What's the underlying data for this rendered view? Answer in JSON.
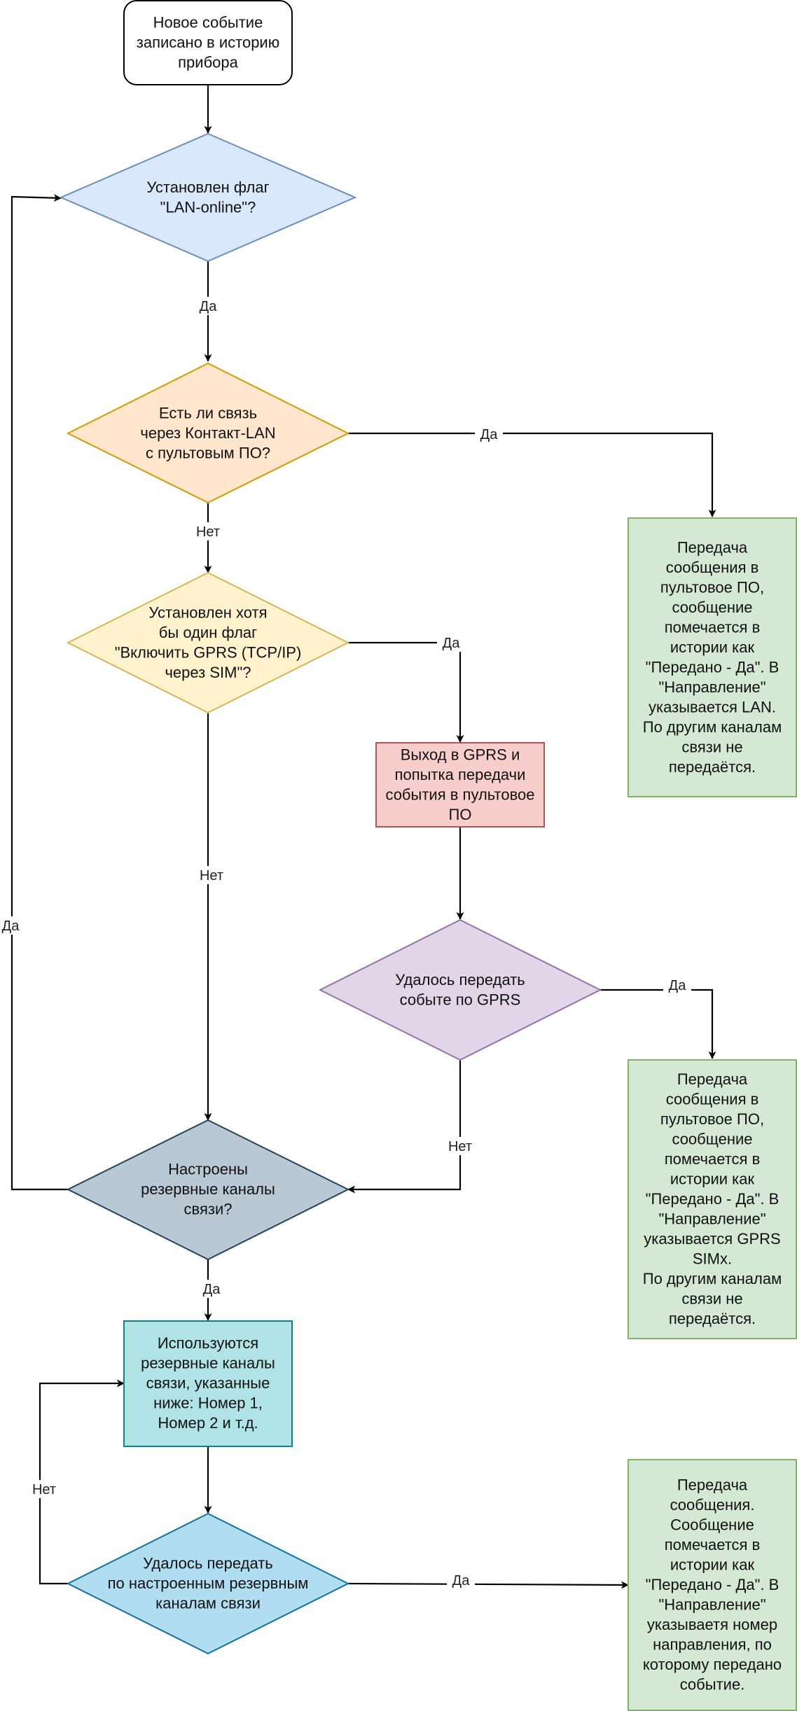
{
  "nodes": {
    "start": {
      "text": [
        "Новое событие",
        "записано в историю",
        "прибора"
      ],
      "fill": "#ffffff",
      "stroke": "#000000"
    },
    "lan_flag": {
      "text": [
        "Установлен флаг",
        "\"LAN-online\"?"
      ],
      "fill": "#dae8fc",
      "stroke": "#6c8ebf"
    },
    "lan_link": {
      "text": [
        "Есть ли связь",
        "через Контакт-LAN",
        "с пультовым ПО?"
      ],
      "fill": "#ffe6cc",
      "stroke": "#d79b00"
    },
    "gprs_flag": {
      "text": [
        "Установлен хотя",
        "бы один флаг",
        "\"Включить GPRS (TCP/IP)",
        "через SIM\"?"
      ],
      "fill": "#fff2cc",
      "stroke": "#d6b656"
    },
    "gprs_attempt": {
      "text": [
        "Выход в GPRS и",
        "попытка передачи",
        "события в пультовое",
        "ПО"
      ],
      "fill": "#f8cecc",
      "stroke": "#b85450"
    },
    "gprs_success": {
      "text": [
        "Удалось передать",
        "событе по GPRS"
      ],
      "fill": "#e1d5e7",
      "stroke": "#9673a6"
    },
    "reserve_configured": {
      "text": [
        "Настроены",
        "резервные каналы",
        "связи?"
      ],
      "fill": "#bac8d3",
      "stroke": "#23445d"
    },
    "reserve_use": {
      "text": [
        "Используются",
        "резервные каналы",
        "связи, указанные",
        "ниже: Номер 1,",
        "Номер 2 и т.д."
      ],
      "fill": "#b0e3e6",
      "stroke": "#0e8088"
    },
    "reserve_success": {
      "text": [
        "Удалось передать",
        "по настроенным резервным",
        "каналам связи"
      ],
      "fill": "#b1ddf0",
      "stroke": "#10739e"
    },
    "result_lan": {
      "text": [
        "Передача",
        "сообщения в",
        "пультовое ПО,",
        "сообщение",
        "помечается в",
        "истории как",
        "\"Передано - Да\". В",
        "\"Направление\"",
        "указывается LAN.",
        "По другим каналам",
        "связи не",
        "передаётся."
      ],
      "fill": "#d5e8d4",
      "stroke": "#82b366"
    },
    "result_gprs": {
      "text": [
        "Передача",
        "сообщения в",
        "пультовое ПО,",
        "сообщение",
        "помечается в",
        "истории как",
        "\"Передано - Да\". В",
        "\"Направление\"",
        "указывается GPRS",
        "SIMx.",
        "По другим каналам",
        "связи не",
        "передаётся."
      ],
      "fill": "#d5e8d4",
      "stroke": "#82b366"
    },
    "result_reserve": {
      "text": [
        "Передача",
        "сообщения.",
        "Сообщение",
        "помечается в",
        "истории как",
        "\"Передано - Да\". В",
        "\"Направление\"",
        "указываетя номер",
        "направления, по",
        "которому передано",
        "событие."
      ],
      "fill": "#d5e8d4",
      "stroke": "#82b366"
    }
  },
  "edges": {
    "lan_flag_yes": "Да",
    "lan_link_yes": "Да",
    "lan_link_no": "Нет",
    "gprs_flag_yes": "Да",
    "gprs_flag_no": "Нет",
    "gprs_success_yes": "Да",
    "gprs_success_no": "Нет",
    "reserve_loop_yes": "Да",
    "reserve_configured_yes": "Да",
    "reserve_retry_no": "Нет",
    "reserve_success_yes": "Да"
  }
}
